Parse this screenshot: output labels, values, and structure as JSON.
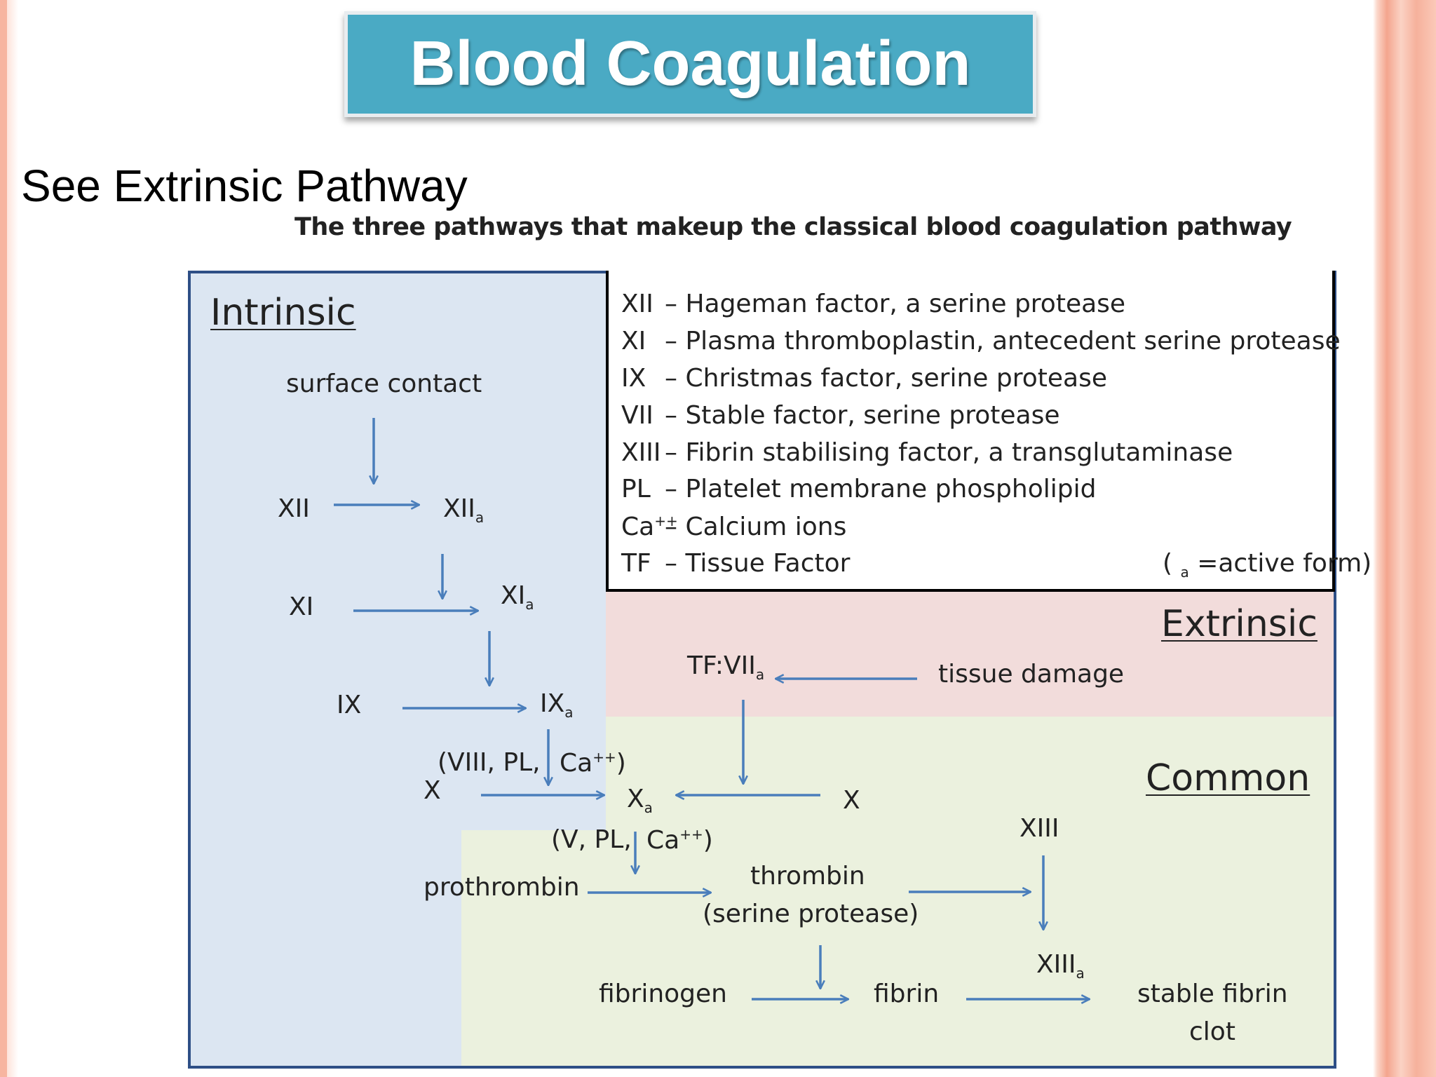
{
  "slide": {
    "title": "Blood Coagulation",
    "subtitle": "See Extrinsic Pathway",
    "caption": "The three pathways that makeup the classical blood coagulation pathway"
  },
  "regions": {
    "intrinsic": "Intrinsic",
    "extrinsic": "Extrinsic",
    "common": "Common"
  },
  "legend": {
    "rows": [
      {
        "code": "XII",
        "desc": "– Hageman factor, a serine protease"
      },
      {
        "code": "XI",
        "desc": "– Plasma thromboplastin, antecedent serine protease"
      },
      {
        "code": "IX",
        "desc": "– Christmas factor, serine protease"
      },
      {
        "code": "VII",
        "desc": "– Stable factor, serine protease"
      },
      {
        "code": "XIII",
        "desc": "– Fibrin stabilising factor, a transglutaminase"
      },
      {
        "code": "PL",
        "desc": "– Platelet membrane phospholipid"
      },
      {
        "code": "Ca",
        "sup": "++",
        "desc": "– Calcium ions"
      },
      {
        "code": "TF",
        "desc": "– Tissue Factor"
      }
    ],
    "note_open": "(",
    "note_sub": "a",
    "note_close": " =active form)"
  },
  "nodes": {
    "surface_contact": "surface contact",
    "xii": "XII",
    "xiia": "XII",
    "xi": "XI",
    "xia": "XI",
    "ix": "IX",
    "ixa": "IX",
    "cofactors_viii": "(VIII, PL, ",
    "ca": "Ca",
    "ca_sup": "++",
    "paren_close": ")",
    "x_left": "X",
    "xa": "X",
    "x_right": "X",
    "tf_vii": "TF:VII",
    "tissue_damage": "tissue damage",
    "cofactors_v": "(V, PL, ",
    "prothrombin": "prothrombin",
    "thrombin": "thrombin",
    "serine_protease": "(serine protease)",
    "xiii": "XIII",
    "xiiia": "XIII",
    "fibrinogen": "fibrinogen",
    "fibrin": "fibrin",
    "stable_fibrin": "stable fibrin",
    "clot": "clot",
    "active_sub": "a"
  },
  "colors": {
    "title_bg": "#4aaac4",
    "intrinsic_bg": "#dce6f2",
    "extrinsic_bg": "#f2dcdb",
    "common_bg": "#ebf1de",
    "arrow": "#4a7ebb",
    "border": "#2e4f86"
  }
}
